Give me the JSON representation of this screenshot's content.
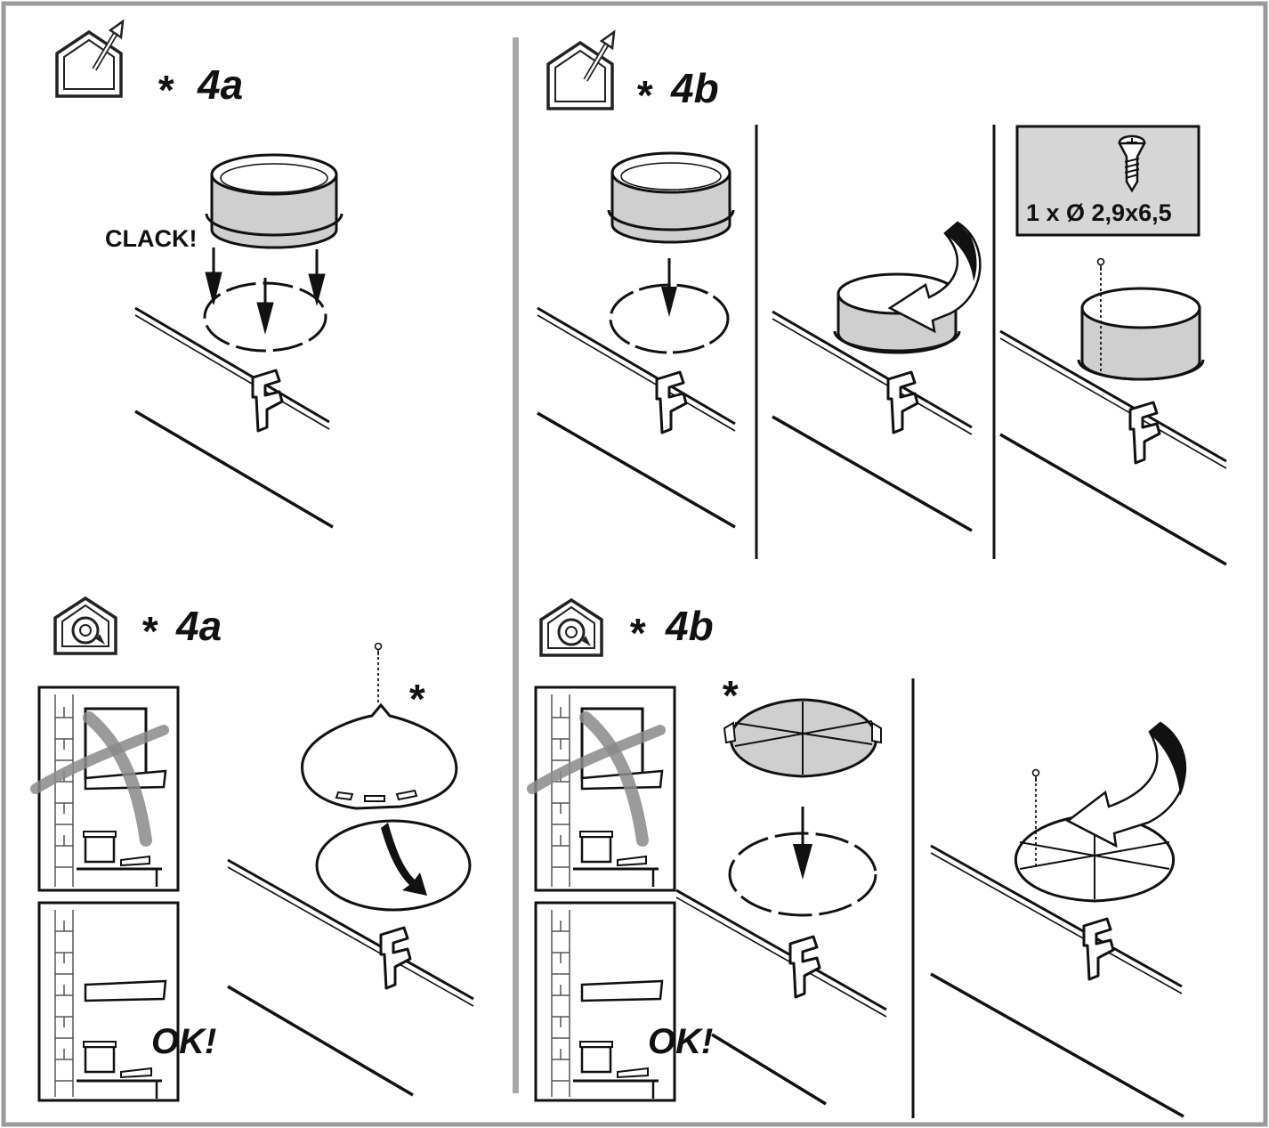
{
  "panels": {
    "top_left": {
      "marker": "*",
      "step": "4a",
      "note": "CLACK!"
    },
    "top_right": {
      "marker": "*",
      "step": "4b",
      "screw_spec": "1 x Ø 2,9x6,5"
    },
    "bottom_left": {
      "marker": "*",
      "step": "4a",
      "ok": "OK!",
      "option_marker": "*"
    },
    "bottom_right": {
      "marker": "*",
      "step": "4b",
      "ok": "OK!",
      "option_marker": "*"
    }
  },
  "icons": {
    "ducted": "house-outlet-arrow-icon",
    "recirculating": "house-recirculation-icon",
    "screw": "screw-icon",
    "rotate": "rotate-arrow-icon"
  },
  "colors": {
    "line": "#111111",
    "frame": "#9a9a9a",
    "fill_gray": "#cfcfcf",
    "divider": "#a8a8a8"
  }
}
